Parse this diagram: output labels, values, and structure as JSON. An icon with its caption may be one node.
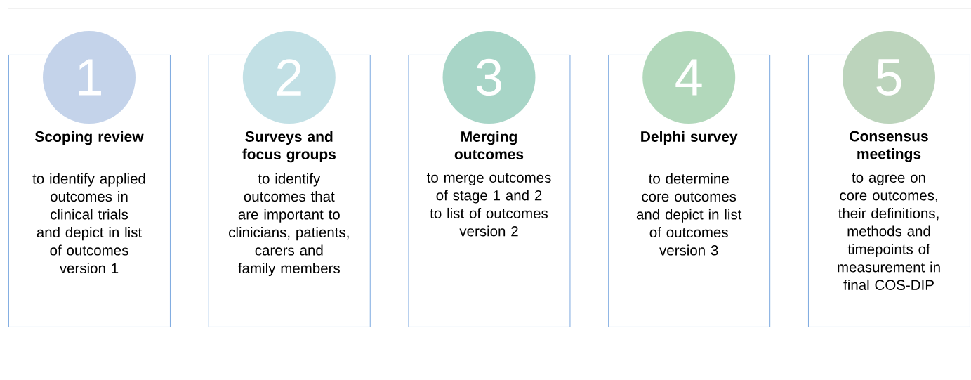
{
  "diagram": {
    "nodes": [
      {
        "text": [
          "Scoping review",
          "to identify applied outcomes in clinical trials and depict in list of outcomes version 1"
        ]
      },
      {
        "text": [
          "1"
        ]
      },
      {
        "text": [
          "Surveys and focus groups",
          "to identify outcomes that are important to clinicians, patients, carers and family members"
        ]
      },
      {
        "text": [
          "2"
        ]
      },
      {
        "text": [
          "Merging outcomes",
          "to merge outcomes of stage 1 and 2 to list of outcomes version 2"
        ]
      },
      {
        "text": [
          "3"
        ]
      },
      {
        "text": [
          "Delphi survey",
          "to determine core outcomes and depict in list of outcomes version 3"
        ]
      },
      {
        "text": [
          "4"
        ]
      },
      {
        "text": [
          "Consensus meetings",
          "to agree on core outcomes, their definitions, methods and timepoints of measurement in final COS-DIP"
        ]
      },
      {
        "text": [
          "5"
        ]
      }
    ]
  }
}
